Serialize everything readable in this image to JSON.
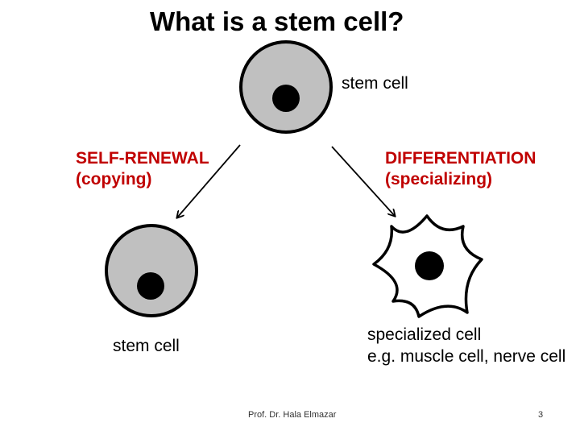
{
  "slide": {
    "title": "What is a stem cell?",
    "top_cell_label": "stem cell",
    "self_renewal_title": "SELF-RENEWAL",
    "self_renewal_sub": "(copying)",
    "differentiation_title": "DIFFERENTIATION",
    "differentiation_sub": "(specializing)",
    "left_cell_label": "stem cell",
    "right_cell_label_1": "specialized cell",
    "right_cell_label_2": "e.g. muscle cell, nerve cell",
    "footer_author": "Prof. Dr. Hala Elmazar",
    "page_number": "3"
  },
  "colors": {
    "cell_fill": "#c0c0c0",
    "outline": "#000000",
    "process_label": "#c00000"
  }
}
